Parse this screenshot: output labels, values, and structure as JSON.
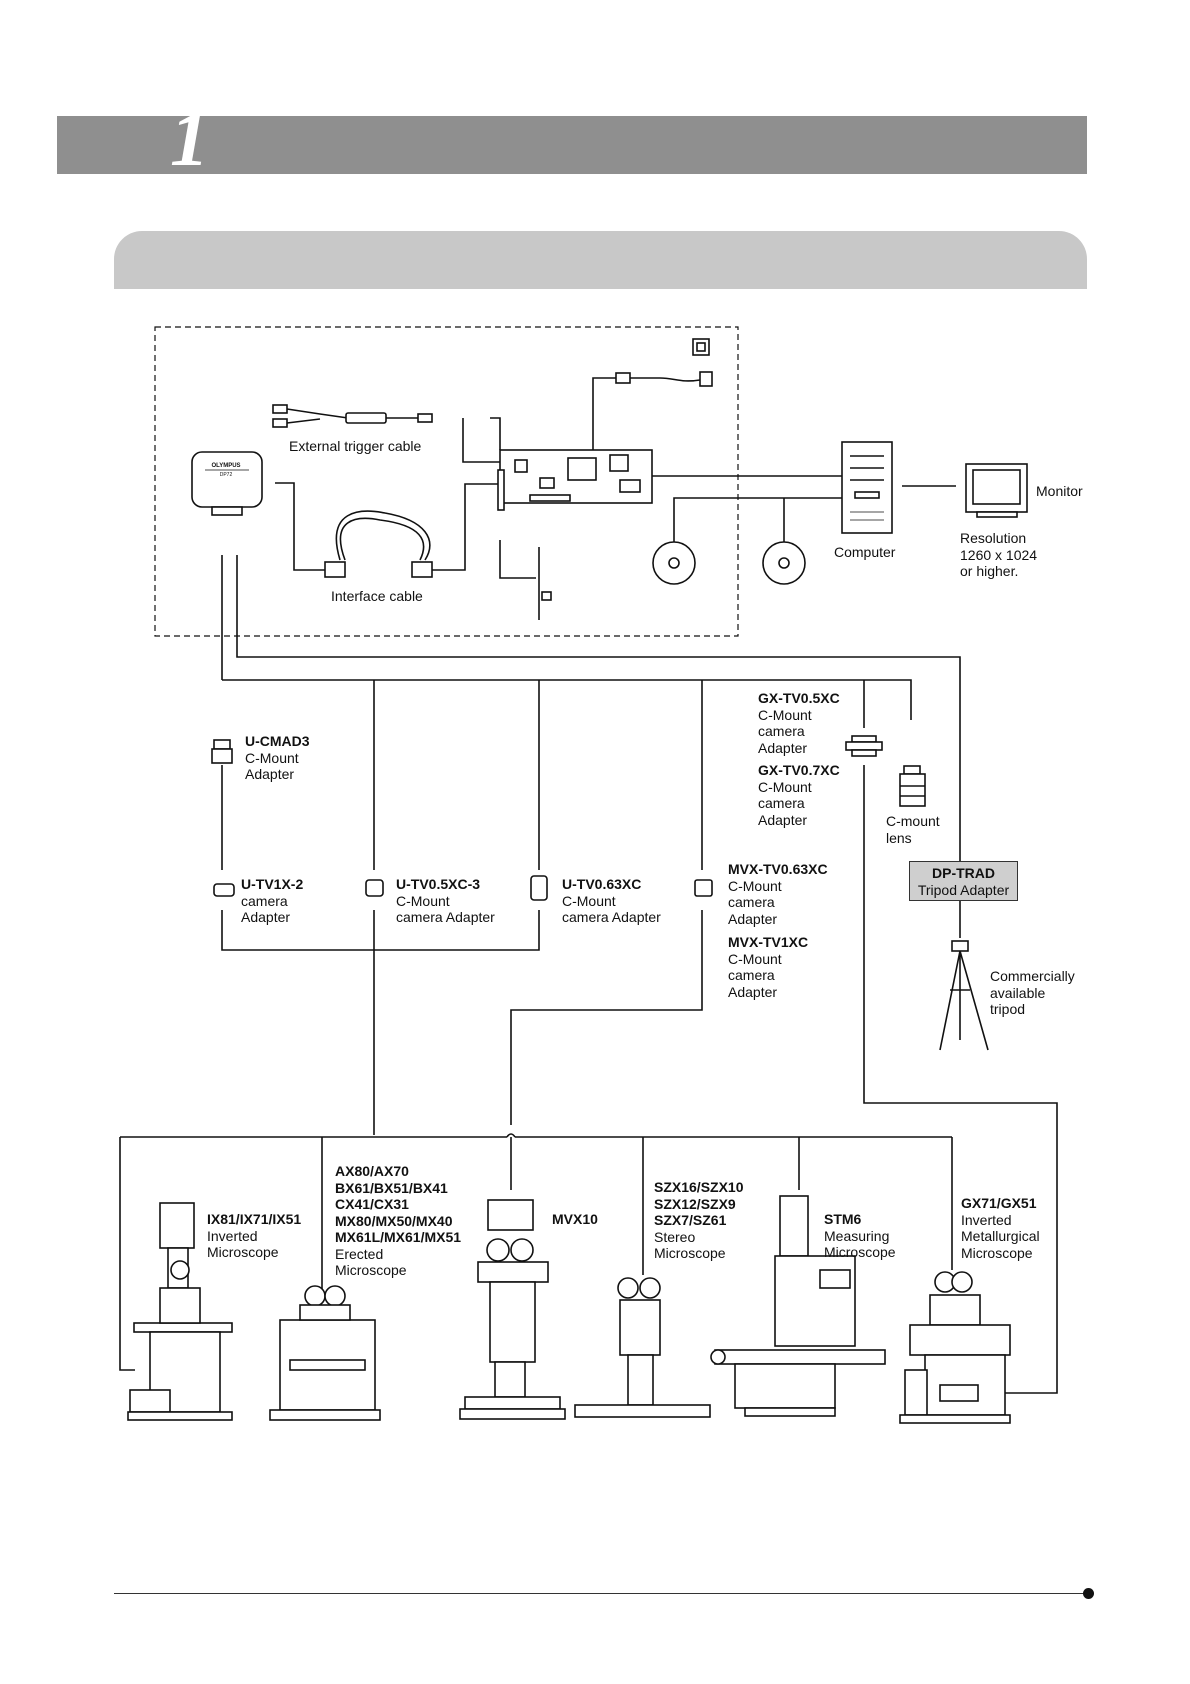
{
  "header": {
    "chapter_number": "1"
  },
  "system": {
    "external_trigger_cable": "External trigger cable",
    "interface_cable": "Interface cable",
    "computer": "Computer",
    "monitor": "Monitor",
    "resolution": [
      "Resolution",
      "1260 x 1024",
      "or higher."
    ],
    "camera_brand": "OLYMPUS",
    "camera_model": "DP72"
  },
  "adapters": {
    "u_cmad3": {
      "name": "U-CMAD3",
      "lines": [
        "C-Mount",
        "Adapter"
      ]
    },
    "u_tv1x2": {
      "name": "U-TV1X-2",
      "lines": [
        "camera",
        "Adapter"
      ]
    },
    "u_tv05xc3": {
      "name": "U-TV0.5XC-3",
      "lines": [
        "C-Mount",
        "camera Adapter"
      ]
    },
    "u_tv063xc": {
      "name": "U-TV0.63XC",
      "lines": [
        "C-Mount",
        "camera Adapter"
      ]
    },
    "mvx_tv063xc": {
      "name": "MVX-TV0.63XC",
      "lines": [
        "C-Mount",
        "camera",
        "Adapter"
      ]
    },
    "mvx_tv1xc": {
      "name": "MVX-TV1XC",
      "lines": [
        "C-Mount",
        "camera",
        "Adapter"
      ]
    },
    "gx_tv05xc": {
      "name": "GX-TV0.5XC",
      "lines": [
        "C-Mount",
        "camera",
        "Adapter"
      ]
    },
    "gx_tv07xc": {
      "name": "GX-TV0.7XC",
      "lines": [
        "C-Mount",
        "camera",
        "Adapter"
      ]
    },
    "c_mount_lens": [
      "C-mount",
      "lens"
    ],
    "dp_trad": {
      "name": "DP-TRAD",
      "line": "Tripod Adapter"
    },
    "tripod": [
      "Commercially",
      "available",
      "tripod"
    ]
  },
  "microscopes": {
    "ix": {
      "names": [
        "IX81/IX71/IX51"
      ],
      "lines": [
        "Inverted",
        "Microscope"
      ]
    },
    "upright": {
      "names": [
        "AX80/AX70",
        "BX61/BX51/BX41",
        "CX41/CX31",
        "MX80/MX50/MX40",
        "MX61L/MX61/MX51"
      ],
      "lines": [
        "Erected",
        "Microscope"
      ]
    },
    "mvx": {
      "names": [
        "MVX10"
      ],
      "lines": []
    },
    "szx": {
      "names": [
        "SZX16/SZX10",
        "SZX12/SZX9",
        "SZX7/SZ61"
      ],
      "lines": [
        "Stereo",
        "Microscope"
      ]
    },
    "stm": {
      "names": [
        "STM6"
      ],
      "lines": [
        "Measuring",
        "Microscope"
      ]
    },
    "gx": {
      "names": [
        "GX71/GX51"
      ],
      "lines": [
        "Inverted",
        "Metallurgical",
        "Microscope"
      ]
    }
  },
  "colors": {
    "header_bar": "#8f8f8f",
    "section_bar": "#c8c8c8",
    "tripod_box": "#cfcfcf",
    "line": "#111111"
  }
}
